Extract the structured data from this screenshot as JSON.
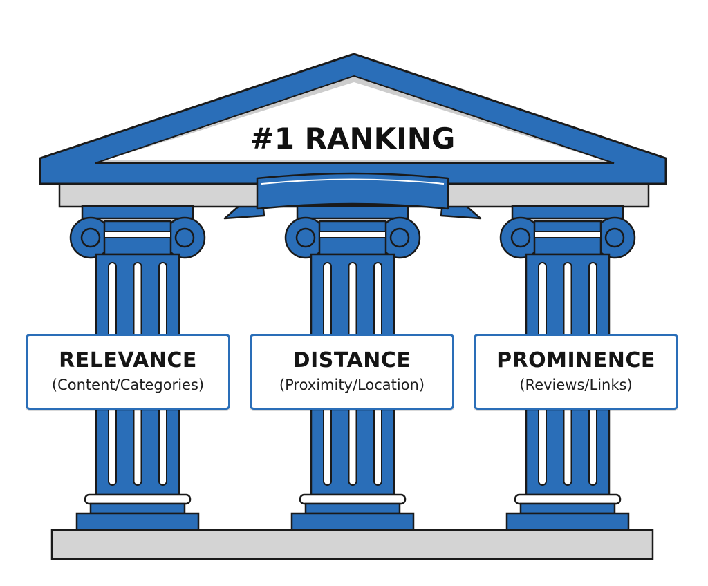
{
  "title": "#1 RANKING",
  "pillars": [
    {
      "label": "RELEVANCE",
      "sublabel": "(Content/Categories)"
    },
    {
      "label": "DISTANCE",
      "sublabel": "(Proximity/Location)"
    },
    {
      "label": "PROMINENCE",
      "sublabel": "(Reviews/Links)"
    }
  ],
  "colors": {
    "primary_blue": "#2a6eb8",
    "dark_outline": "#1a1a1a",
    "light_gray": "#d4d4d4",
    "white": "#ffffff"
  }
}
